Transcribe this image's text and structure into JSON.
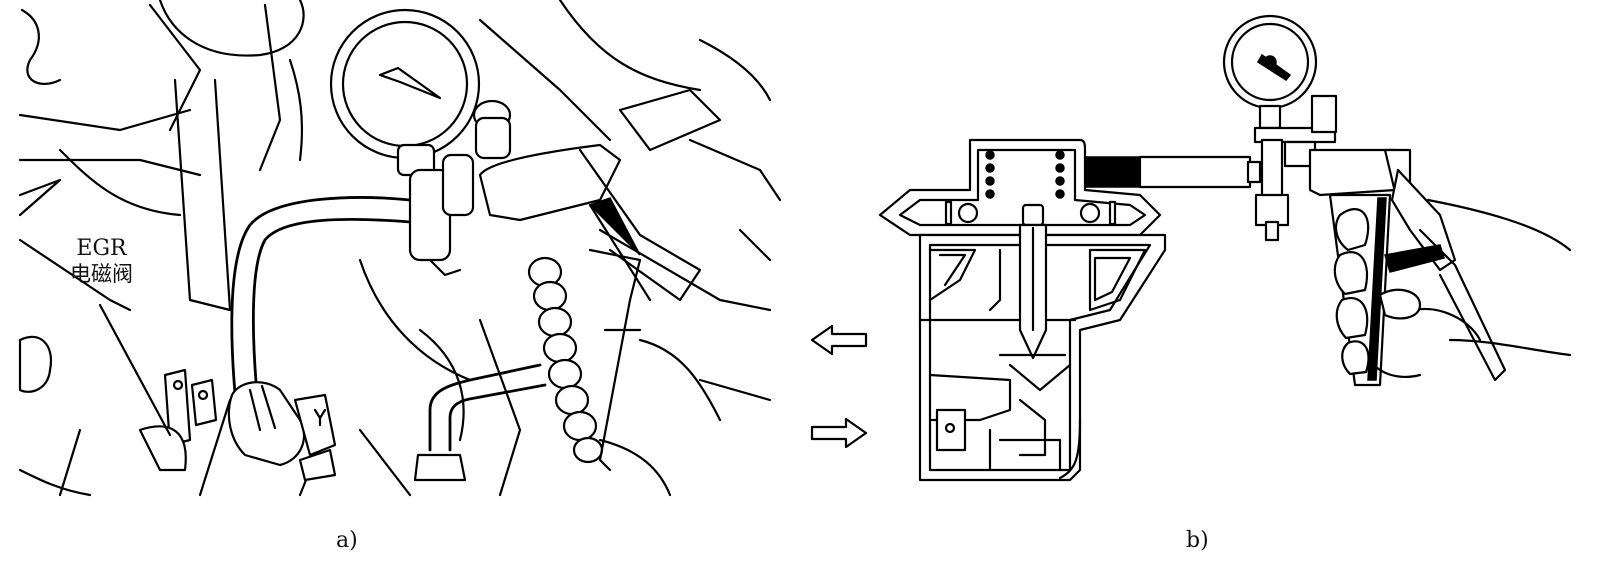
{
  "labels": {
    "egr_line1": "EGR",
    "egr_line2": "电磁阀",
    "caption_a": "a)",
    "caption_b": "b)"
  },
  "icons": {
    "arrow_out": "arrow-left-outline-icon",
    "arrow_in": "arrow-right-outline-icon"
  },
  "colors": {
    "ink": "#000000",
    "paper": "#ffffff"
  }
}
